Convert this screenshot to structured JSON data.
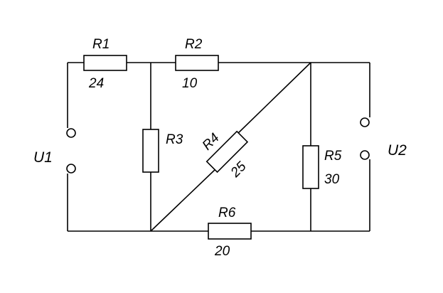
{
  "sources": [
    {
      "id": "U1",
      "label": "U1"
    },
    {
      "id": "U2",
      "label": "U2"
    }
  ],
  "resistors": [
    {
      "id": "R1",
      "name": "R1",
      "value": "24"
    },
    {
      "id": "R2",
      "name": "R2",
      "value": "10"
    },
    {
      "id": "R3",
      "name": "R3",
      "value": ""
    },
    {
      "id": "R4",
      "name": "R4",
      "value": "25"
    },
    {
      "id": "R5",
      "name": "R5",
      "value": "30"
    },
    {
      "id": "R6",
      "name": "R6",
      "value": "20"
    }
  ]
}
